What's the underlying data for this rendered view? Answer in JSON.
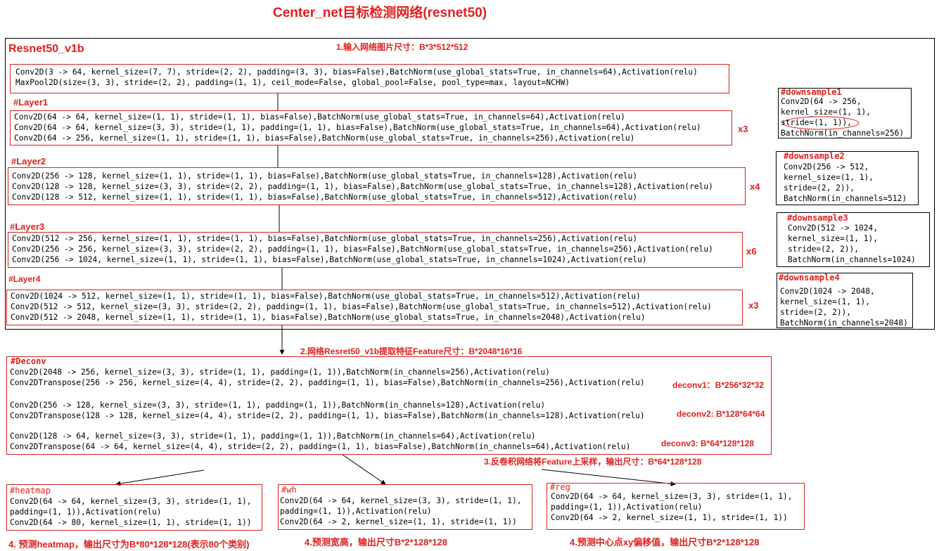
{
  "title": "Center_net目标检测网络(resnet50)",
  "backbone": {
    "name": "Resnet50_v1b",
    "input_note": "1.输入网络图片尺寸：B*3*512*512",
    "stem": [
      "Conv2D(3 -> 64, kernel_size=(7, 7), stride=(2, 2), padding=(3, 3), bias=False),BatchNorm(use_global_stats=True, in_channels=64),Activation(relu)",
      "MaxPool2D(size=(3, 3), stride=(2, 2), padding=(1, 1), ceil_mode=False, global_pool=False, pool_type=max, layout=NCHW)"
    ],
    "layers": [
      {
        "label": "#Layer1",
        "repeat": "x3",
        "lines": [
          "Conv2D(64 -> 64, kernel_size=(1, 1), stride=(1, 1), bias=False),BatchNorm(use_global_stats=True, in_channels=64),Activation(relu)",
          "Conv2D(64 -> 64, kernel_size=(3, 3), stride=(1, 1), padding=(1, 1), bias=False),BatchNorm(use_global_stats=True, in_channels=64),Activation(relu)",
          "Conv2D(64 -> 256, kernel_size=(1, 1), stride=(1, 1), bias=False),BatchNorm(use_global_stats=True, in_channels=256),Activation(relu)"
        ]
      },
      {
        "label": "#Layer2",
        "repeat": "x4",
        "lines": [
          "Conv2D(256 -> 128, kernel_size=(1, 1), stride=(1, 1), bias=False),BatchNorm(use_global_stats=True, in_channels=128),Activation(relu)",
          "Conv2D(128 -> 128, kernel_size=(3, 3), stride=(2, 2), padding=(1, 1), bias=False),BatchNorm(use_global_stats=True, in_channels=128),Activation(relu)",
          "Conv2D(128 -> 512, kernel_size=(1, 1), stride=(1, 1), bias=False),BatchNorm(use_global_stats=True, in_channels=512),Activation(relu)"
        ]
      },
      {
        "label": "#Layer3",
        "repeat": "x6",
        "lines": [
          "Conv2D(512 -> 256, kernel_size=(1, 1), stride=(1, 1), bias=False),BatchNorm(use_global_stats=True, in_channels=256),Activation(relu)",
          "Conv2D(256 -> 256, kernel_size=(3, 3), stride=(2, 2), padding=(1, 1), bias=False),BatchNorm(use_global_stats=True, in_channels=256),Activation(relu)",
          "Conv2D(256 -> 1024, kernel_size=(1, 1), stride=(1, 1), bias=False),BatchNorm(use_global_stats=True, in_channels=1024),Activation(relu)"
        ]
      },
      {
        "label": "#Layer4",
        "repeat": "x3",
        "lines": [
          "Conv2D(1024 -> 512, kernel_size=(1, 1), stride=(1, 1), bias=False),BatchNorm(use_global_stats=True, in_channels=512),Activation(relu)",
          "Conv2D(512 -> 512, kernel_size=(3, 3), stride=(2, 2), padding=(1, 1), bias=False),BatchNorm(use_global_stats=True, in_channels=512),Activation(relu)",
          "Conv2D(512 -> 2048, kernel_size=(1, 1), stride=(1, 1), bias=False),BatchNorm(use_global_stats=True, in_channels=2048),Activation(relu)"
        ]
      }
    ],
    "downsamples": [
      {
        "label": "#downsample1",
        "lines": [
          "Conv2D(64 -> 256,",
          "kernel_size=(1, 1),",
          "stride=(1, 1)),",
          "BatchNorm(in_channels=256)"
        ]
      },
      {
        "label": "#downsample2",
        "lines": [
          "Conv2D(256 -> 512,",
          "kernel_size=(1, 1),",
          "stride=(2, 2)),",
          "BatchNorm(in_channels=512)"
        ]
      },
      {
        "label": "#downsample3",
        "lines": [
          "Conv2D(512 -> 1024,",
          "kernel_size=(1, 1),",
          "stride=(2, 2)),",
          "BatchNorm(in_channels=1024)"
        ]
      },
      {
        "label": "#downsample4",
        "lines": [
          "Conv2D(1024 -> 2048,",
          "kernel_size=(1, 1),",
          "stride=(2, 2)),",
          "BatchNorm(in_channels=2048)"
        ]
      }
    ]
  },
  "feature_note": "2.网络Resret50_v1b提取特征Feature尺寸：B*2048*16*16",
  "deconv": {
    "label": "#Deconv",
    "groups": [
      {
        "lines": [
          "Conv2D(2048 -> 256, kernel_size=(3, 3), stride=(1, 1), padding=(1, 1)),BatchNorm(in_channels=256),Activation(relu)",
          "Conv2DTranspose(256 -> 256, kernel_size=(4, 4), stride=(2, 2), padding=(1, 1), bias=False),BatchNorm(in_channels=256),Activation(relu)"
        ],
        "note": "deconv1：B*256*32*32"
      },
      {
        "lines": [
          "Conv2D(256 -> 128, kernel_size=(3, 3), stride=(1, 1), padding=(1, 1)),BatchNorm(in_channels=128),Activation(relu)",
          "Conv2DTranspose(128 -> 128, kernel_size=(4, 4), stride=(2, 2), padding=(1, 1), bias=False),BatchNorm(in_channels=128),Activation(relu)"
        ],
        "note": "deconv2: B*128*64*64"
      },
      {
        "lines": [
          "Conv2D(128 -> 64, kernel_size=(3, 3), stride=(1, 1), padding=(1, 1)),BatchNorm(in_channels=64),Activation(relu)",
          "Conv2DTranspose(64 -> 64, kernel_size=(4, 4), stride=(2, 2), padding=(1, 1), bias=False),BatchNorm(in_channels=64),Activation(relu)"
        ],
        "note": "deconv3: B*64*128*128"
      }
    ],
    "upsample_note": "3.反卷积网络将Feature上采样，输出尺寸：B*64*128*128"
  },
  "heads": [
    {
      "label": "#heatmap",
      "lines": [
        "Conv2D(64 -> 64, kernel_size=(3, 3), stride=(1, 1),",
        "padding=(1, 1)),Activation(relu)",
        "Conv2D(64 -> 80, kernel_size=(1, 1), stride=(1, 1))"
      ],
      "note": "4. 预测heatmap，输出尺寸为B*80*128*128(表示80个类别)"
    },
    {
      "label": "#wh",
      "lines": [
        "Conv2D(64 -> 64, kernel_size=(3, 3), stride=(1, 1),",
        "padding=(1, 1)),Activation(relu)",
        "Conv2D(64 -> 2, kernel_size=(1, 1), stride=(1, 1))"
      ],
      "note": "4.预测宽高，输出尺寸B*2*128*128"
    },
    {
      "label": "#reg",
      "lines": [
        "Conv2D(64 -> 64, kernel_size=(3, 3), stride=(1, 1),",
        "padding=(1, 1)),Activation(relu)",
        "Conv2D(64 -> 2, kernel_size=(1, 1), stride=(1, 1))"
      ],
      "note": "4.预测中心点xy偏移值，输出尺寸B*2*128*128"
    }
  ],
  "colors": {
    "accent": "#e02020",
    "text": "#000000",
    "background": "#ffffff"
  }
}
